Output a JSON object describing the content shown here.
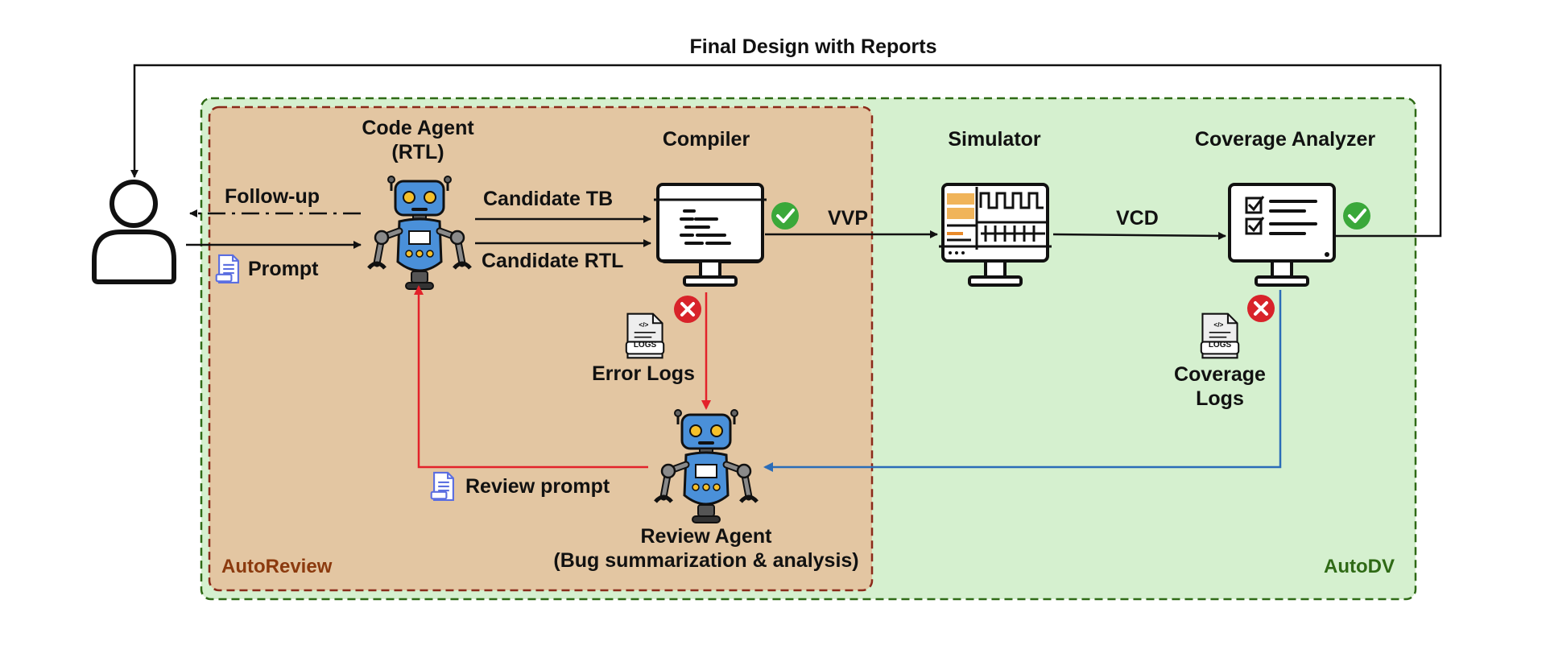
{
  "diagram": {
    "top_edge_label": "Final Design with Reports",
    "groups": {
      "autoreview": {
        "name": "AutoReview",
        "color": "#8b3a0e"
      },
      "autodv": {
        "name": "AutoDV",
        "color": "#2f6a16"
      }
    },
    "nodes": {
      "code_agent": {
        "line1": "Code Agent",
        "line2": "(RTL)"
      },
      "compiler": {
        "label": "Compiler"
      },
      "simulator": {
        "label": "Simulator"
      },
      "coverage_analyzer": {
        "label": "Coverage Analyzer"
      },
      "review_agent": {
        "line1": "Review Agent",
        "line2": "(Bug summarization & analysis)"
      }
    },
    "edges": {
      "follow_up": "Follow-up",
      "prompt": "Prompt",
      "candidate_tb": "Candidate TB",
      "candidate_rtl": "Candidate RTL",
      "vvp": "VVP",
      "vcd": "VCD",
      "error_logs": "Error Logs",
      "coverage_logs_1": "Coverage",
      "coverage_logs_2": "Logs",
      "review_prompt": "Review prompt"
    },
    "file_badge": "LOGS",
    "colors": {
      "autoreview_fill": "#e3c6a2",
      "autoreview_border": "#8b2a1a",
      "autodv_fill": "#d5f0cf",
      "autodv_border": "#2f6a16",
      "robot_blue": "#4a90d9",
      "error_red": "#e3222a",
      "feedback_blue": "#2b6cb8",
      "success_green": "#3aa83a",
      "fail_red": "#d8232a",
      "doc_icon": "#5b6ee0"
    }
  }
}
